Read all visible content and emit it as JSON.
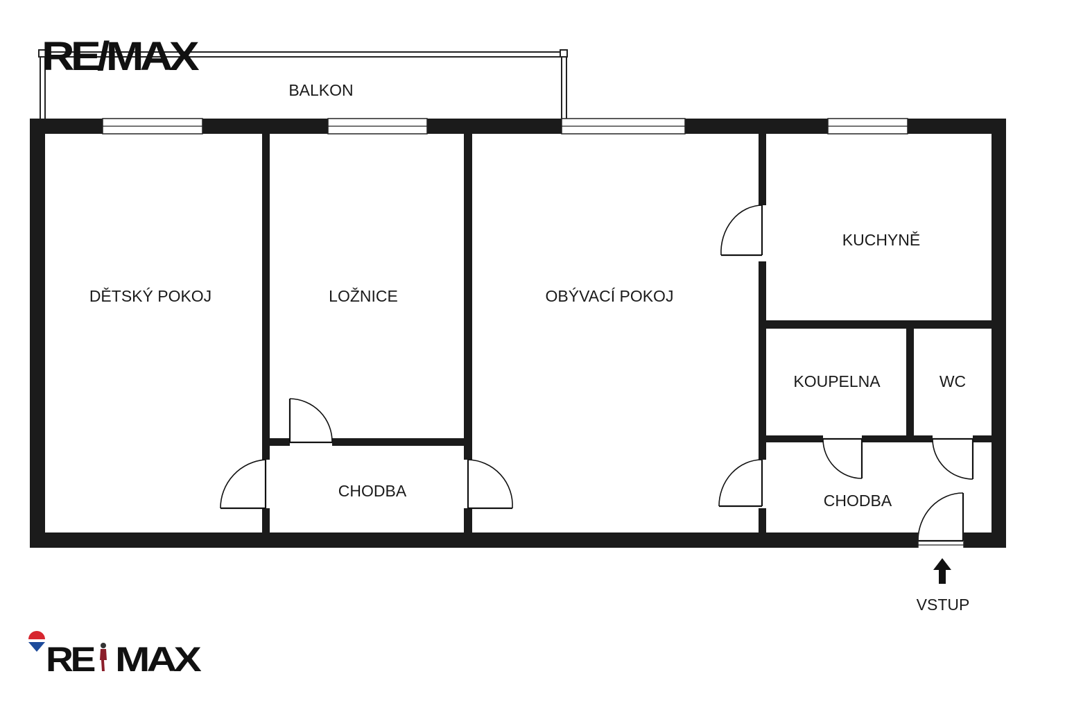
{
  "branding": {
    "logo_top": "RE/MAX",
    "logo_bottom_left": "RE",
    "logo_bottom_right": "MAX",
    "colors": {
      "red": "#d7262f",
      "blue": "#1e4b9b",
      "ink": "#111111"
    }
  },
  "rooms": {
    "balcony": "BALKON",
    "kids_room": "DĚTSKÝ POKOJ",
    "bedroom": "LOŽNICE",
    "living_room": "OBÝVACÍ POKOJ",
    "kitchen": "KUCHYNĚ",
    "bathroom": "KOUPELNA",
    "wc": "WC",
    "hallway_left": "CHODBA",
    "hallway_right": "CHODBA"
  },
  "entrance": {
    "label": "VSTUP",
    "icon": "up-arrow-icon"
  }
}
